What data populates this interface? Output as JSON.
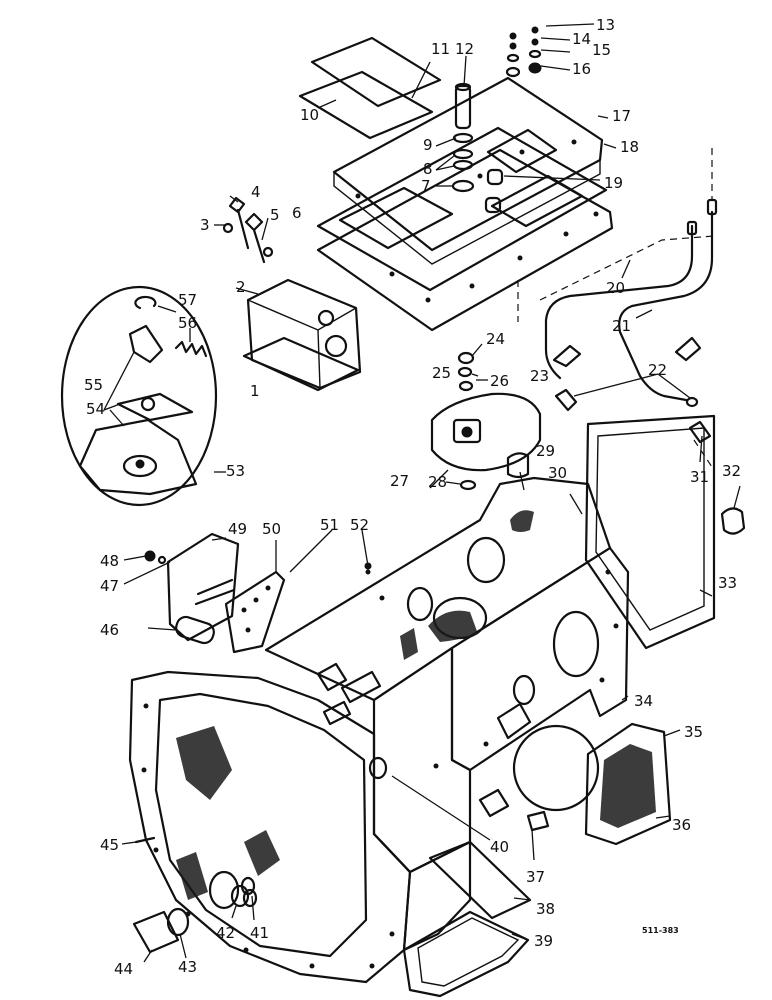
{
  "diagram": {
    "drawing_code": "511-383",
    "callouts": [
      "1",
      "2",
      "3",
      "4",
      "5",
      "6",
      "7",
      "8",
      "9",
      "10",
      "11",
      "12",
      "13",
      "14",
      "15",
      "16",
      "17",
      "18",
      "19",
      "20",
      "21",
      "22",
      "23",
      "24",
      "25",
      "26",
      "27",
      "28",
      "29",
      "30",
      "31",
      "32",
      "33",
      "34",
      "35",
      "36",
      "37",
      "38",
      "39",
      "40",
      "41",
      "42",
      "43",
      "44",
      "45",
      "46",
      "47",
      "48",
      "49",
      "50",
      "51",
      "52",
      "53",
      "54",
      "55",
      "56",
      "57"
    ]
  }
}
